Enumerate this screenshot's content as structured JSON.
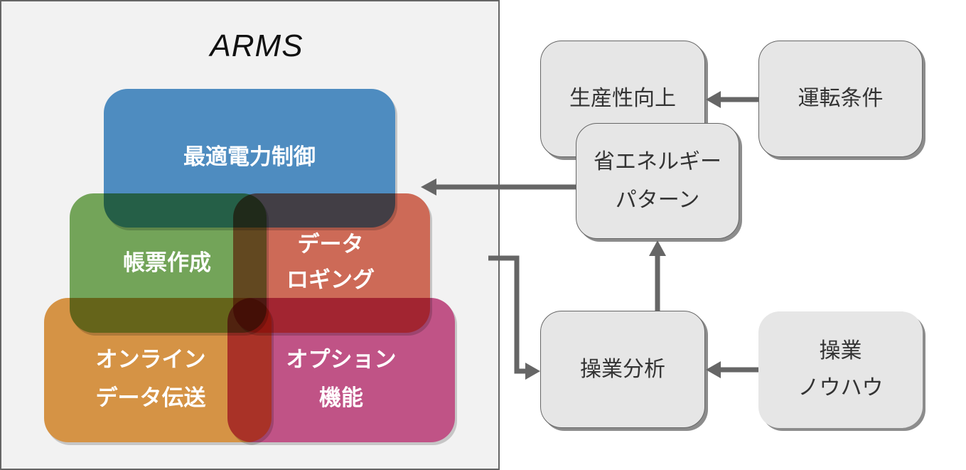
{
  "diagram": {
    "system_title": "ARMS",
    "modules": [
      {
        "id": "optimal-power",
        "label": "最適電力制御",
        "color": "#5294cb"
      },
      {
        "id": "report",
        "label": "帳票作成",
        "color": "#79ad5e"
      },
      {
        "id": "data-logging",
        "label_line1": "データ",
        "label_line2": "ロギング",
        "color": "#d8705c"
      },
      {
        "id": "online-transfer",
        "label_line1": "オンライン",
        "label_line2": "データ伝送",
        "color": "#e19b48"
      },
      {
        "id": "options",
        "label_line1": "オプション",
        "label_line2": "機能",
        "color": "#cb578d"
      }
    ],
    "nodes": {
      "productivity": {
        "label": "生産性向上"
      },
      "operating_conditions": {
        "label": "運転条件"
      },
      "energy_pattern": {
        "label_line1": "省エネルギー",
        "label_line2": "パターン"
      },
      "operation_analysis": {
        "label": "操業分析"
      },
      "operation_knowhow": {
        "label_line1": "操業",
        "label_line2": "ノウハウ"
      }
    },
    "edges": [
      {
        "from": "operating_conditions",
        "to": "productivity"
      },
      {
        "from": "energy_pattern",
        "to": "ARMS"
      },
      {
        "from": "ARMS",
        "to": "operation_analysis"
      },
      {
        "from": "operation_analysis",
        "to": "energy_pattern"
      },
      {
        "from": "operation_knowhow",
        "to": "operation_analysis"
      }
    ],
    "colors": {
      "frame_fill": "#f2f2f2",
      "frame_border": "#666666",
      "node_fill": "#e6e6e6",
      "arrow": "#666666"
    }
  }
}
